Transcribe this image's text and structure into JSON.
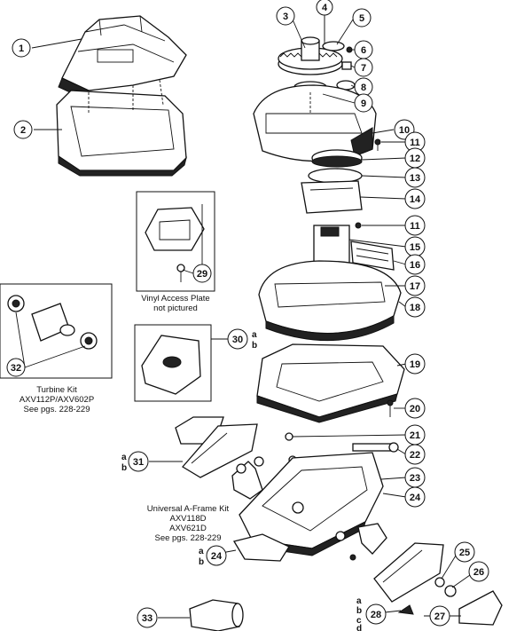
{
  "callouts": {
    "c1": "1",
    "c2": "2",
    "c3": "3",
    "c4": "4",
    "c5": "5",
    "c6": "6",
    "c7": "7",
    "c8": "8",
    "c9": "9",
    "c10": "10",
    "c11a": "11",
    "c11b": "11",
    "c12": "12",
    "c13": "13",
    "c14": "14",
    "c15": "15",
    "c16": "16",
    "c17": "17",
    "c18": "18",
    "c19": "19",
    "c20": "20",
    "c21": "21",
    "c22": "22",
    "c23": "23",
    "c24": "24",
    "c25": "25",
    "c26": "26",
    "c27": "27",
    "c28": "28",
    "c29": "29",
    "c30": "30",
    "c31": "31",
    "c32": "32",
    "c33": "33"
  },
  "variants": {
    "v30": [
      "a",
      "b"
    ],
    "v31": [
      "a",
      "b"
    ],
    "v24": [
      "a",
      "b"
    ],
    "v28": [
      "a",
      "b",
      "c",
      "d"
    ]
  },
  "captions": {
    "vinyl_line1": "Vinyl Access Plate",
    "vinyl_line2": "not pictured",
    "turbine_line1": "Turbine Kit",
    "turbine_line2": "AXV112P/AXV602P",
    "turbine_line3": "See pgs. 228-229",
    "aframe_line1": "Universal A-Frame Kit",
    "aframe_line2": "AXV118D",
    "aframe_line3": "AXV621D",
    "aframe_line4": "See pgs. 228-229"
  }
}
